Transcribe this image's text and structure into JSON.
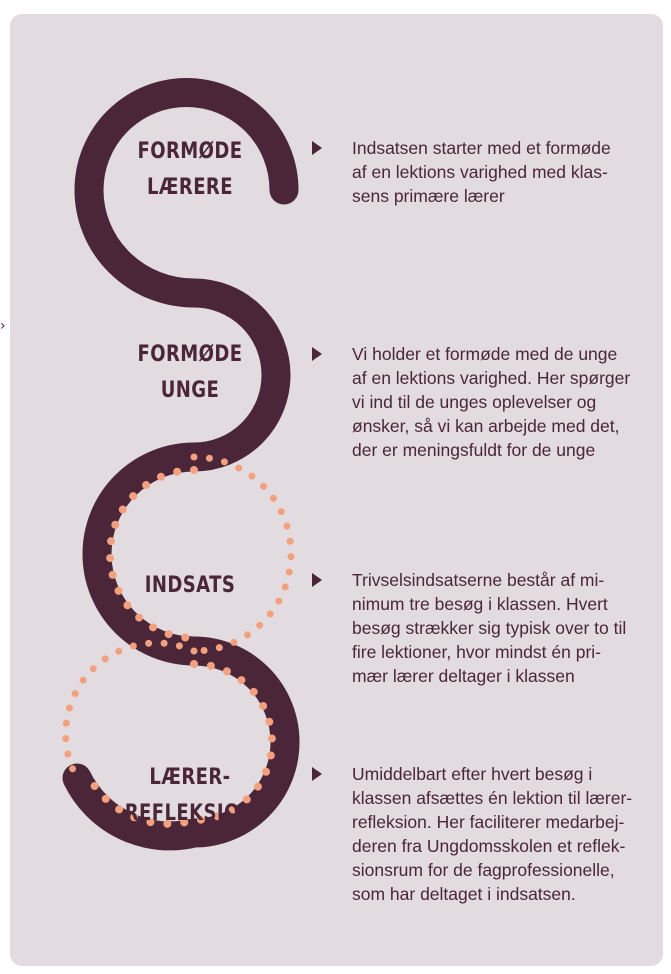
{
  "colors": {
    "panel": "#e2dbe0",
    "path": "#4a2638",
    "dots": "#f3a07e",
    "text": "#4a2638"
  },
  "stages": [
    {
      "label": "FORMØDE\nLÆRERE",
      "description": "Indsatsen starter med et formøde\naf en lektions varighed med klas-\nsens primære lærer"
    },
    {
      "label": "FORMØDE\nUNGE",
      "description": "Vi holder et formøde med de unge\naf en lektions varighed. Her spørger\nvi ind til de unges oplevelser og\nønsker, så vi kan arbejde med det,\nder er meningsfuldt for de unge"
    },
    {
      "label": "INDSATS",
      "description": "Trivselsindsatserne består af mi-\nnimum tre besøg i klassen. Hvert\nbesøg strækker sig typisk over to til\nfire lektioner, hvor mindst én pri-\nmær lærer deltager i klassen"
    },
    {
      "label": "LÆRER-\nREFLEKSION",
      "description": "Umiddelbart efter hvert besøg i\nklassen afsættes én lektion til lærer-\nrefleksion. Her faciliterer medarbej-\nderen fra Ungdomsskolen et reflek-\nsionsrum for de fagprofessionelle,\nsom har deltaget i indsatsen."
    }
  ],
  "icons": {
    "bullet": "triangle-right-icon",
    "edge": "chevron-right-icon"
  }
}
